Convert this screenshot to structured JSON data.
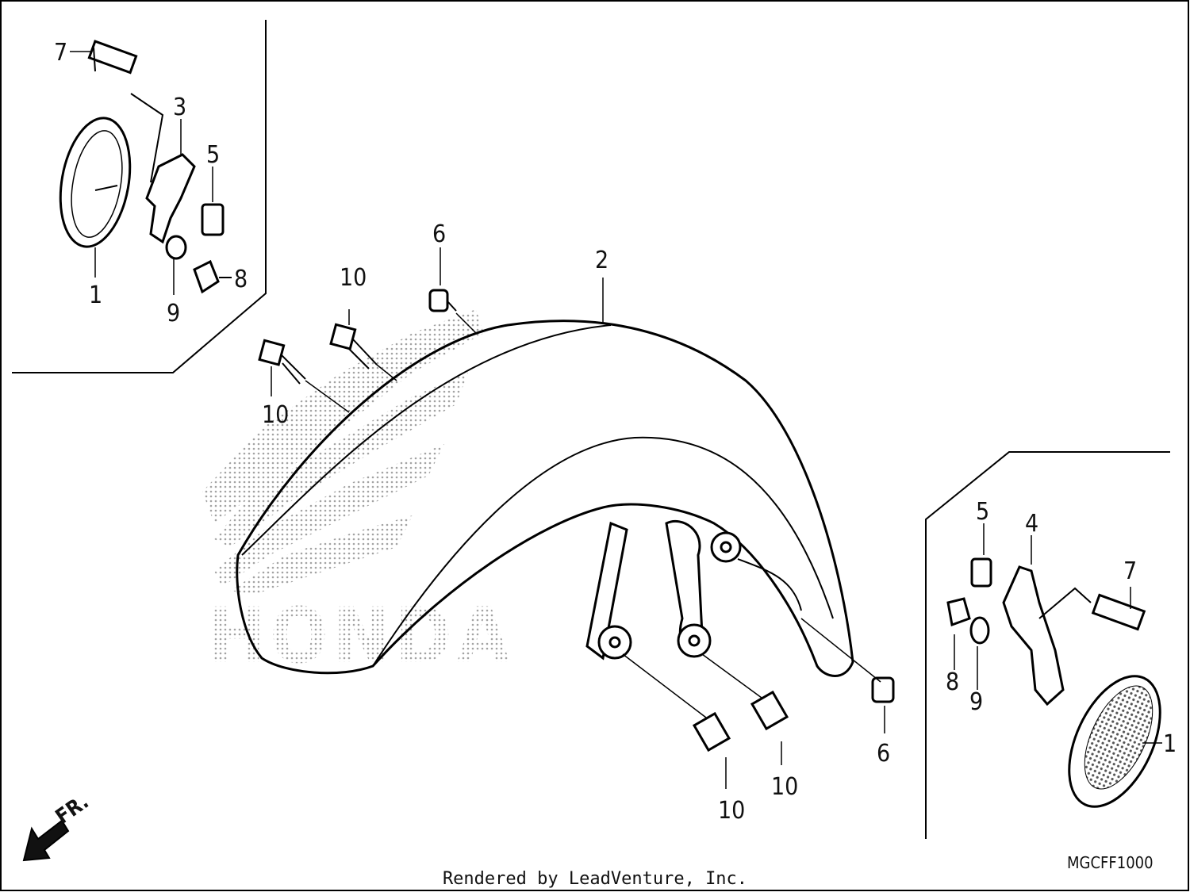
{
  "diagram": {
    "footer_credit": "Rendered by LeadVenture, Inc.",
    "diagram_code": "MGCFF1000",
    "direction_label": "FR.",
    "watermark_text": "HONDA",
    "callouts": {
      "tl_7": "7",
      "tl_3": "3",
      "tl_5": "5",
      "tl_1": "1",
      "tl_9": "9",
      "tl_8": "8",
      "c_6_top": "6",
      "c_10_a": "10",
      "c_10_b": "10",
      "c_2": "2",
      "c_10_c": "10",
      "c_10_d": "10",
      "c_6_bottom": "6",
      "br_5": "5",
      "br_4": "4",
      "br_7": "7",
      "br_8": "8",
      "br_9": "9",
      "br_1": "1"
    }
  }
}
